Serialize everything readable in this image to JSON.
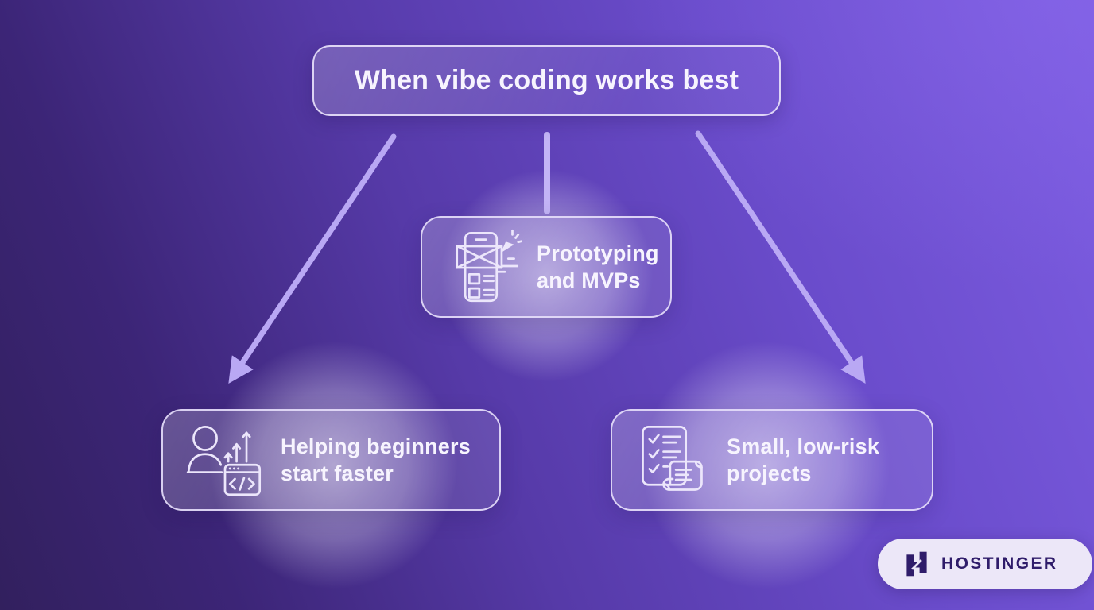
{
  "title": {
    "label": "When vibe coding works best"
  },
  "cards": [
    {
      "id": "prototyping",
      "icon": "prototype-phone-icon",
      "lines": [
        "Prototyping",
        "and MVPs"
      ]
    },
    {
      "id": "beginners",
      "icon": "beginner-growth-icon",
      "lines": [
        "Helping beginners",
        "start faster"
      ]
    },
    {
      "id": "low-risk",
      "icon": "checklist-scroll-icon",
      "lines": [
        "Small, low-risk",
        "projects"
      ]
    }
  ],
  "connectors": [
    {
      "from": "title",
      "to": "prototyping",
      "style": "straight-line-no-head"
    },
    {
      "from": "title",
      "to": "beginners",
      "style": "arrow"
    },
    {
      "from": "title",
      "to": "low-risk",
      "style": "arrow"
    }
  ],
  "brand": {
    "name": "HOSTINGER",
    "logo_icon": "hostinger-h-icon"
  },
  "colors": {
    "background_top_right": "#7b5ae0",
    "background_bottom_left": "#32205e",
    "box_border": "#e4dcf8",
    "box_fill_overlay": "rgba(255,255,255,0.16)",
    "arrow": "#b9a8f4",
    "text": "#f7f4fe",
    "glow": "#f2eefd",
    "logo_pill_bg": "#ece7f8",
    "brand_navy": "#2f1c6a"
  }
}
